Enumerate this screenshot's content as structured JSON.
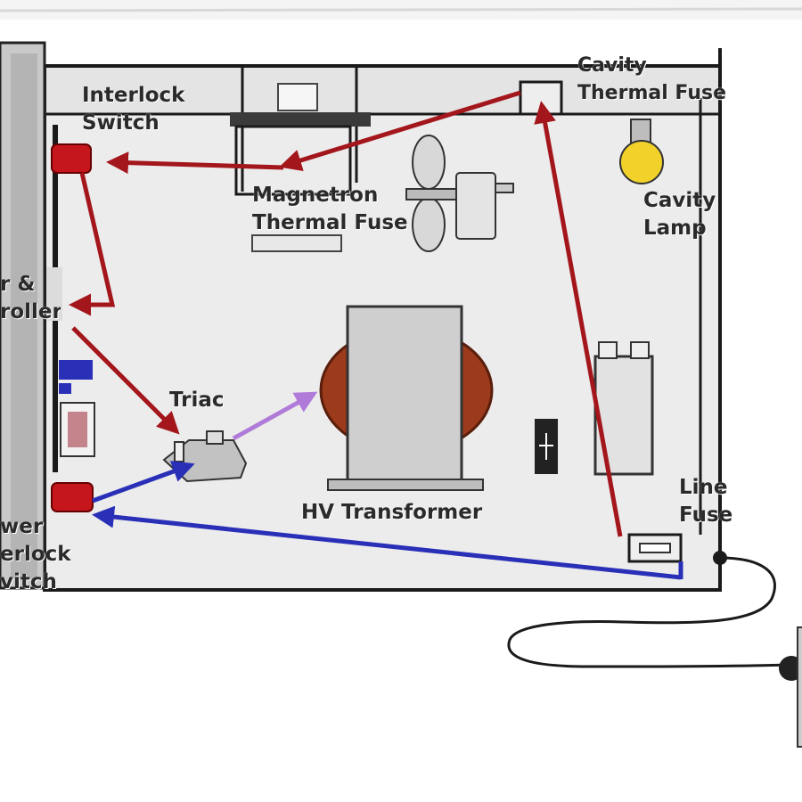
{
  "labels": {
    "interlock_switch": "Interlock\nSwitch",
    "cavity_thermal_fuse": "Cavity\nThermal Fuse",
    "magnetron_thermal_fuse": "Magnetron\nThermal Fuse",
    "cavity_lamp": "Cavity\nLamp",
    "timer_controller": "r &\nroller",
    "triac": "Triac",
    "hv_transformer": "HV Transformer",
    "line_fuse": "Line\nFuse",
    "power_interlock_switch": "wer\nerlock\nvitch"
  },
  "colors": {
    "background": "#ffffff",
    "panel": "#ececec",
    "outline": "#1a1a1a",
    "red_path": "#a3161c",
    "blue_path": "#2a2fb8",
    "purple_path": "#b07ad8",
    "coil": "#9c3a1c",
    "lamp": "#f2d22a",
    "switch_red": "#c4161c"
  }
}
